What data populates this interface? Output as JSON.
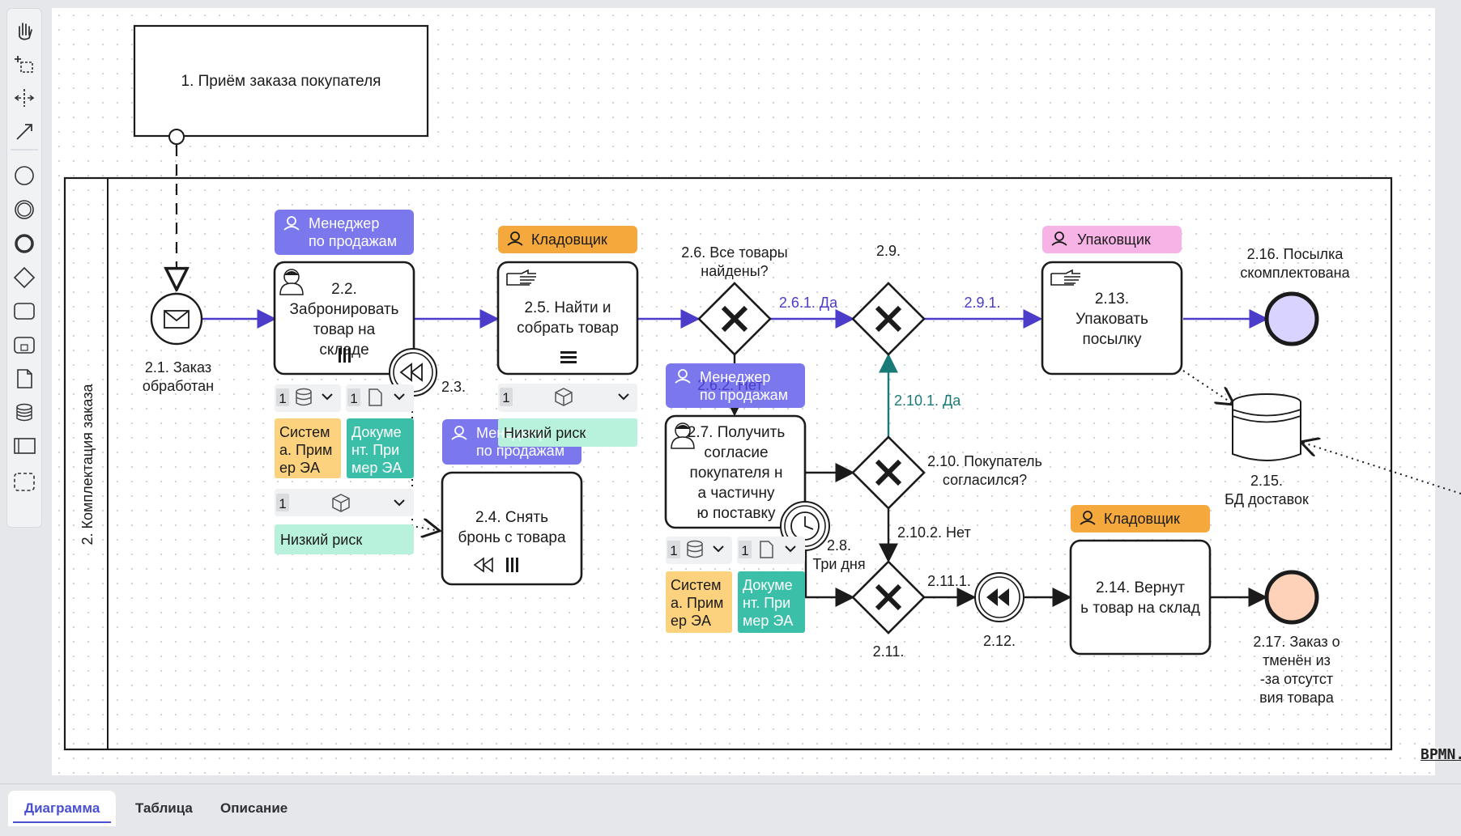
{
  "tabs": [
    "Диаграмма",
    "Таблица",
    "Описание"
  ],
  "toolbar_icons": [
    "hand-icon",
    "lasso-icon",
    "space-icon",
    "connect-icon",
    "start-event-icon",
    "intermediate-event-icon",
    "end-event-icon",
    "gateway-icon",
    "task-icon",
    "subprocess-icon",
    "data-object-icon",
    "data-store-icon",
    "pool-icon",
    "group-icon"
  ],
  "watermark": "BPMN.i",
  "colors": {
    "flow": "#4b3cc9",
    "teal": "#1a7a78",
    "manager": "#7b78ee",
    "keeper": "#f5a93c",
    "packer": "#f7b3e6",
    "sys": "#fcd27e",
    "doc": "#3bbfa8",
    "risk": "#b8f2dc",
    "endPurple": "#d8d3ff",
    "endPeach": "#fdd2b8"
  },
  "diagram": {
    "collapsed_pool": "1. Приём заказа покупателя",
    "pool": "2. Комплектация заказа",
    "roles": {
      "manager": "Менеджер по продажам",
      "keeper": "Кладовщик",
      "packer": "Упаковщик"
    },
    "tasks": {
      "t22": "2.2. Забронировать товар на складе",
      "t24": "2.4. Снять бронь с товара",
      "t25": "2.5. Найти и собрать товар",
      "t27": "2.7. Получить согласие покупателя на частичную поставку",
      "t213": "2.13. Упаковать посылку",
      "t214": "2.14. Вернуть товар на склад"
    },
    "events": {
      "e21": "2.1. Заказ обработан",
      "e23": "2.3.",
      "e28": "2.8. Три дня",
      "e212": "2.12.",
      "e216": "2.16. Посылка скомплектована",
      "e217": "2.17. Заказ отменён из-за отсутствия товара"
    },
    "gateways": {
      "g26": "2.6. Все товары найдены?",
      "g29": "2.9.",
      "g210": "2.10. Покупатель согласился?",
      "g211": "2.11."
    },
    "flows": {
      "f261": "2.6.1. Да",
      "f262": "2.6.2. Нет",
      "f291": "2.9.1.",
      "f2101": "2.10.1. Да",
      "f2102": "2.10.2. Нет",
      "f2111": "2.11.1."
    },
    "datastore": "2.15. БД доставок",
    "resources": {
      "count": "1",
      "system": "Система. Пример ЭА",
      "document": "Документ. Пример ЭА",
      "risk": "Низкий риск"
    }
  }
}
